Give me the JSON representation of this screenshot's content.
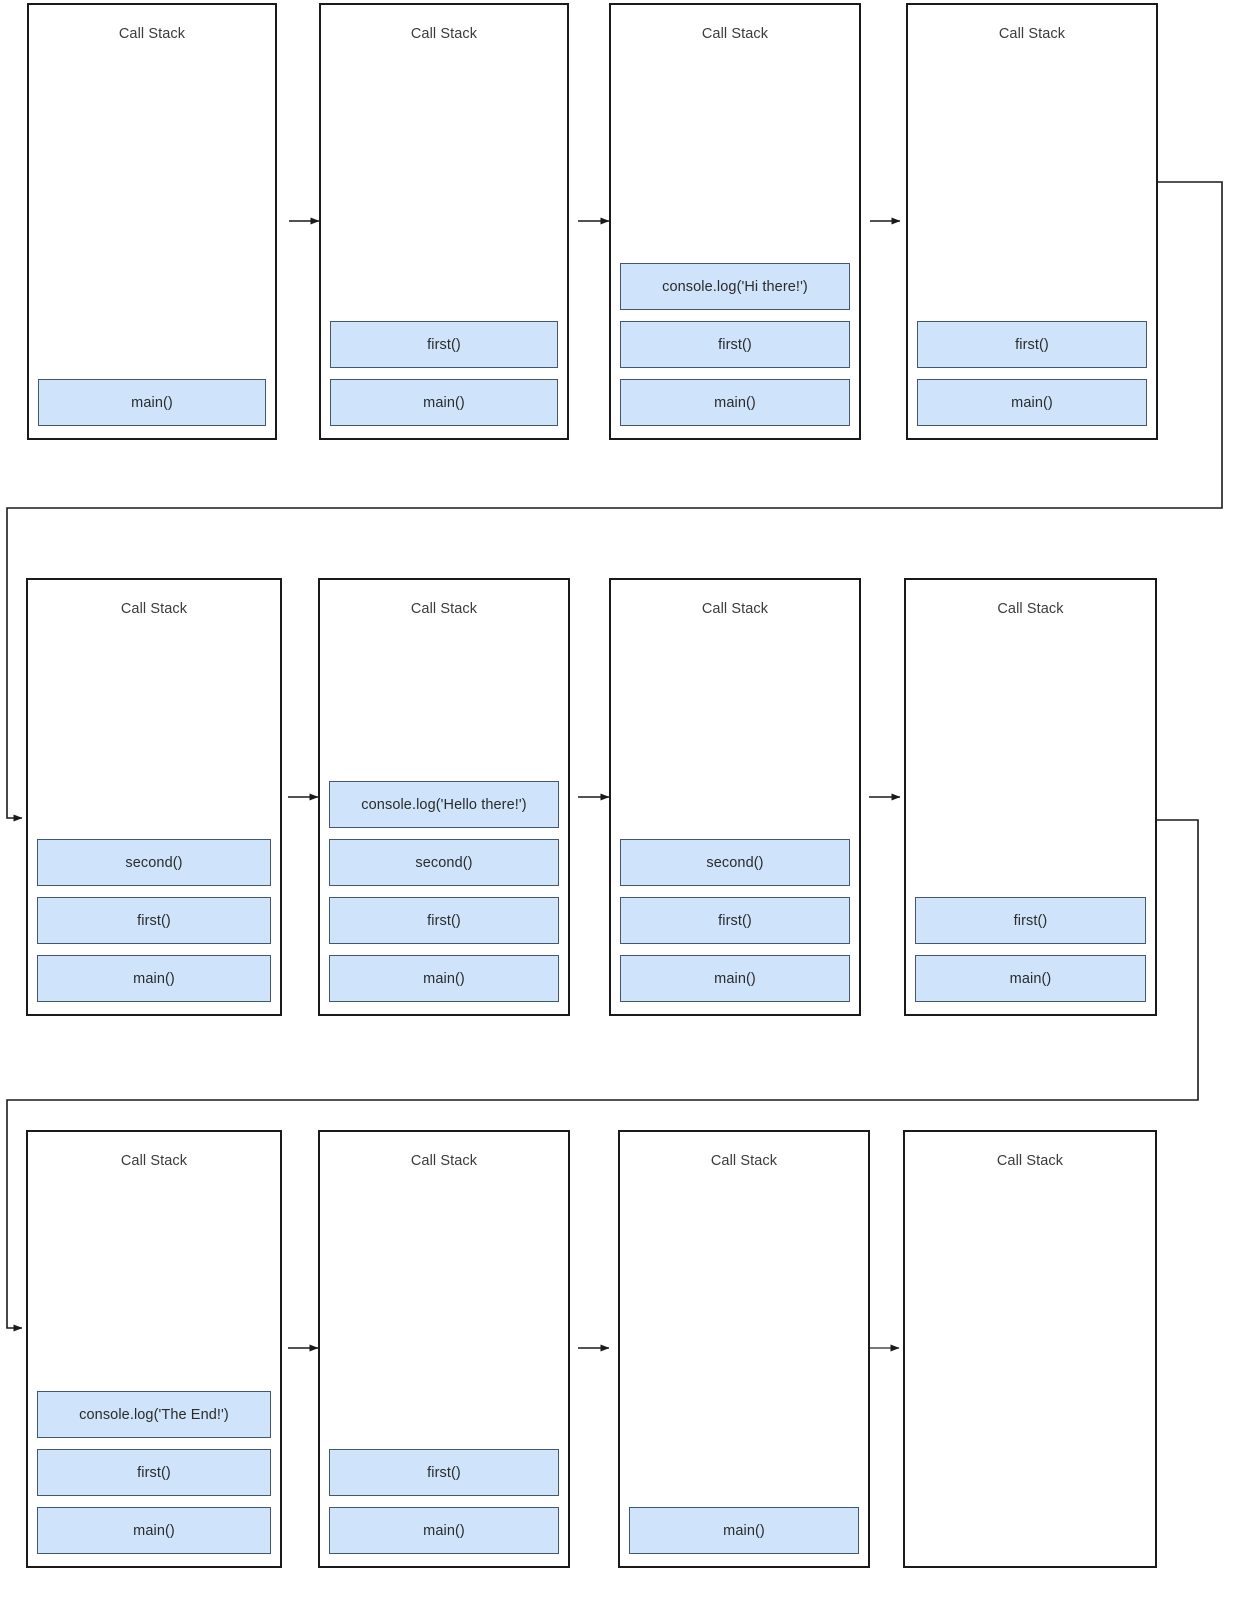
{
  "diagram": {
    "title_text": "Call Stack",
    "accent_fill": "#cfe4fa",
    "frame_border": "#45576b",
    "panel_border": "#1a1a1a",
    "rows": [
      {
        "panels": [
          {
            "title": "Call Stack",
            "frames": [
              "main()"
            ]
          },
          {
            "title": "Call Stack",
            "frames": [
              "first()",
              "main()"
            ]
          },
          {
            "title": "Call Stack",
            "frames": [
              "console.log('Hi there!')",
              "first()",
              "main()"
            ]
          },
          {
            "title": "Call Stack",
            "frames": [
              "first()",
              "main()"
            ]
          }
        ]
      },
      {
        "panels": [
          {
            "title": "Call Stack",
            "frames": [
              "second()",
              "first()",
              "main()"
            ]
          },
          {
            "title": "Call Stack",
            "frames": [
              "console.log('Hello there!')",
              "second()",
              "first()",
              "main()"
            ]
          },
          {
            "title": "Call Stack",
            "frames": [
              "second()",
              "first()",
              "main()"
            ]
          },
          {
            "title": "Call Stack",
            "frames": [
              "first()",
              "main()"
            ]
          }
        ]
      },
      {
        "panels": [
          {
            "title": "Call Stack",
            "frames": [
              "console.log('The End!')",
              "first()",
              "main()"
            ]
          },
          {
            "title": "Call Stack",
            "frames": [
              "first()",
              "main()"
            ]
          },
          {
            "title": "Call Stack",
            "frames": [
              "main()"
            ]
          },
          {
            "title": "Call Stack",
            "frames": []
          }
        ]
      }
    ]
  }
}
